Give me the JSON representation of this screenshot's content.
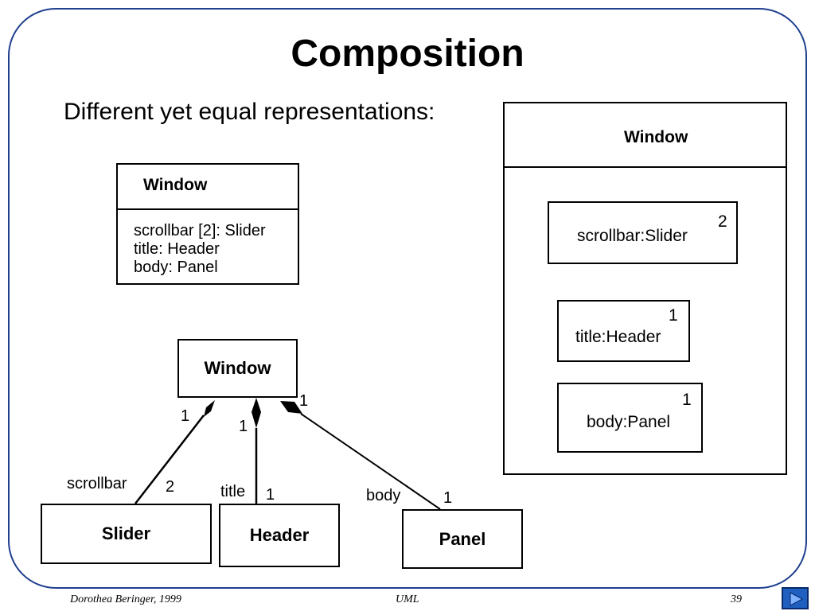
{
  "slide": {
    "title": "Composition",
    "subtitle": "Different yet equal representations:"
  },
  "class_box": {
    "name": "Window",
    "attributes": [
      "scrollbar [2]: Slider",
      "title: Header",
      "body: Panel"
    ]
  },
  "class_diagram": {
    "whole": "Window",
    "parts": [
      {
        "name": "Slider",
        "role": "scrollbar",
        "whole_multiplicity": "1",
        "part_multiplicity": "2"
      },
      {
        "name": "Header",
        "role": "title",
        "whole_multiplicity": "1",
        "part_multiplicity": "1"
      },
      {
        "name": "Panel",
        "role": "body",
        "whole_multiplicity": "1",
        "part_multiplicity": "1"
      }
    ]
  },
  "nested_box": {
    "name": "Window",
    "parts": [
      {
        "label": "scrollbar:Slider",
        "multiplicity": "2"
      },
      {
        "label": "title:Header",
        "multiplicity": "1"
      },
      {
        "label": "body:Panel",
        "multiplicity": "1"
      }
    ]
  },
  "footer": {
    "author": "Dorothea Beringer, 1999",
    "topic": "UML",
    "page": "39"
  },
  "colors": {
    "frame": "#1f3f8f",
    "nav_button": "#1f5fbf"
  },
  "icons": {
    "next": "next-slide-icon"
  }
}
